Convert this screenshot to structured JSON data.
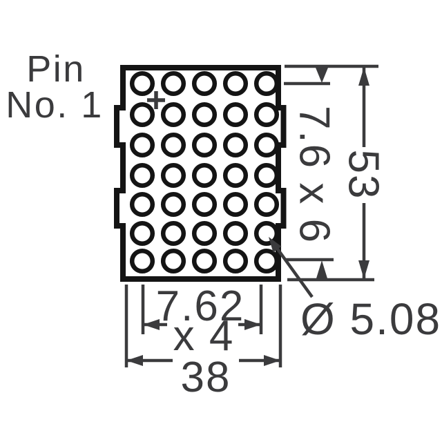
{
  "drawing": {
    "pin_label": {
      "line1": "Pin",
      "line2": "No. 1"
    },
    "dims": {
      "vertical_pitch": "7.6 x 6",
      "overall_height": "53",
      "horizontal_pitch": "7.62",
      "horizontal_pitch_count": "x 4",
      "overall_width": "38",
      "dot_diameter": "Ø 5.08"
    },
    "matrix": {
      "rows": 7,
      "cols": 5,
      "col_x": [
        206,
        251,
        296,
        341,
        386
      ],
      "row_y": [
        121,
        166,
        210,
        254,
        296,
        338,
        378
      ],
      "dot_radius": 14.8
    },
    "colors": {
      "outline": "#141414",
      "dimension": "#3b3b3d",
      "background": "#ffffff"
    }
  }
}
